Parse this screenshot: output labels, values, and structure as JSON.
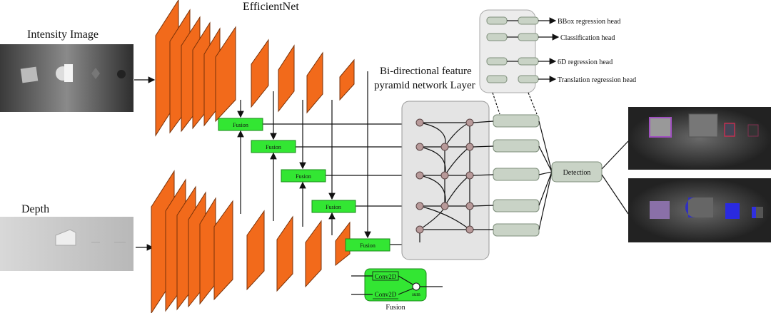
{
  "titles": {
    "intensity": "Intensity Image",
    "depth": "Depth",
    "backbone": "EfficientNet",
    "bifpn_line1": "Bi-directional feature",
    "bifpn_line2": "pyramid network Layer"
  },
  "fusion_label": "Fusion",
  "heads": [
    "BBox regression head",
    "Classification head",
    "6D regression head",
    "Translation regression head"
  ],
  "detection_label": "Detection",
  "fusion_detail": {
    "conv_top": "Conv2D",
    "conv_bottom": "Conv2D",
    "sum": "sum",
    "caption": "Fusion"
  },
  "colors": {
    "encoder": "#f26a1b",
    "fusion": "#33e633",
    "head_box": "#c9d3c6",
    "panel": "#e6e6e6"
  }
}
